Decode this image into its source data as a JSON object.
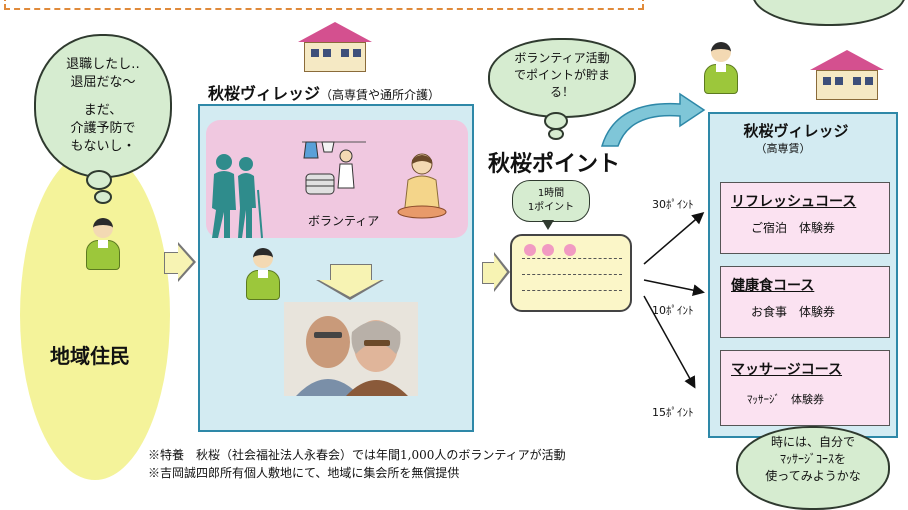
{
  "resident_cloud": {
    "line1": "退職したし‥",
    "line2": "退屈だな～",
    "line3": "まだ、",
    "line4": "介護予防で",
    "line5": "もないし・"
  },
  "resident_label": "地域住民",
  "village_title": "秋桜ヴィレッジ",
  "village_subtitle": "（高専賃や通所介護）",
  "volunteer_label": "ボランティア",
  "points_cloud": {
    "line1": "ボランティア活動",
    "line2": "でポイントが貯ま",
    "line3": "る！"
  },
  "points_title": "秋桜ポイント",
  "rate_bubble": {
    "line1": "1時間",
    "line2": "1ポイント"
  },
  "rewards_panel": {
    "title": "秋桜ヴィレッジ",
    "subtitle": "（高専賃）",
    "courses": [
      {
        "name": "リフレッシュコース",
        "detail": "ご宿泊　体験券",
        "points": "30ﾎﾟｲﾝﾄ"
      },
      {
        "name": "健康食コース",
        "detail": "お食事　体験券",
        "points": "10ﾎﾟｲﾝﾄ"
      },
      {
        "name": "マッサージコース",
        "detail": "ﾏｯｻｰｼﾞ　体験券",
        "points": "15ﾎﾟｲﾝﾄ"
      }
    ]
  },
  "bottom_cloud": {
    "line1": "時には、自分で",
    "line2": "ﾏｯｻｰｼﾞｺｰｽを",
    "line3": "使ってみようかな"
  },
  "notes": [
    "※特養　秋桜（社会福祉法人永春会）では年間1,000人のボランティアが活動",
    "※吉岡誠四郎所有個人敷地にて、地域に集会所を無償提供"
  ],
  "colors": {
    "village_bg": "#d3ebf2",
    "pink_panel": "#f0c8e0",
    "resident_oval": "#f4f39a",
    "cloud": "#d6ecd0",
    "card_bg": "#fbe2f1",
    "points_card": "#fbf6c8",
    "arrow": "#f7f3b3"
  }
}
